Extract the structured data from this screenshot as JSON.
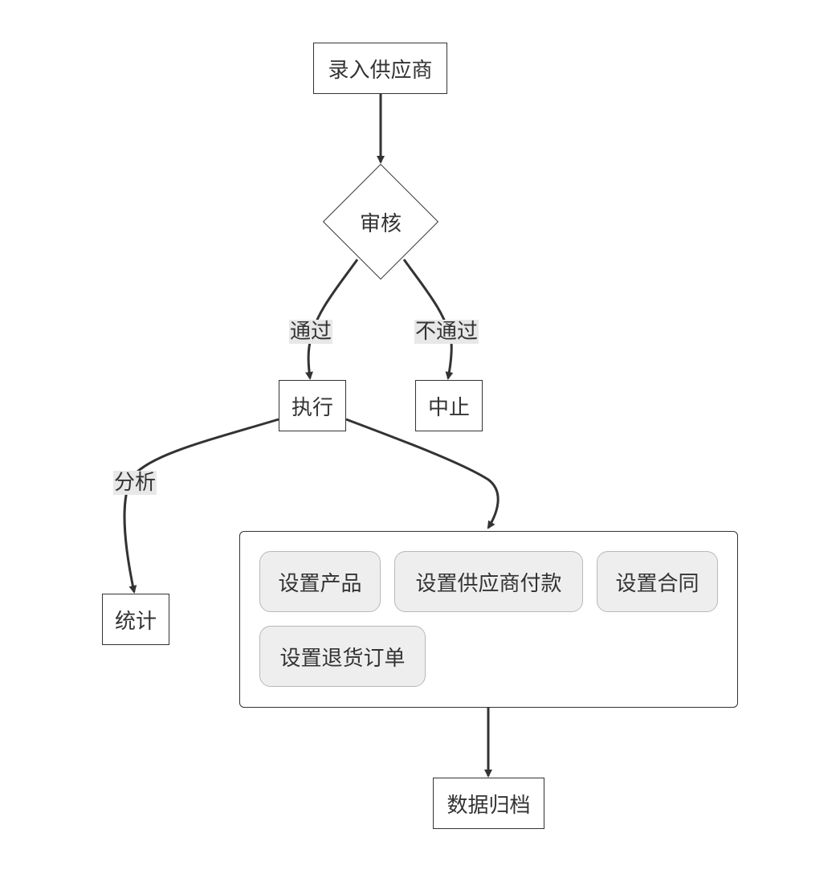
{
  "nodes": {
    "entry": "录入供应商",
    "review": "审核",
    "execute": "执行",
    "abort": "中止",
    "stats": "统计",
    "archive": "数据归档"
  },
  "edges": {
    "pass": "通过",
    "fail": "不通过",
    "analyze": "分析"
  },
  "group": {
    "items": [
      "设置产品",
      "设置供应商付款",
      "设置合同",
      "设置退货订单"
    ]
  },
  "colors": {
    "stroke": "#333333",
    "chip_fill": "#eeeeee",
    "label_bg": "#e8e8e8"
  }
}
